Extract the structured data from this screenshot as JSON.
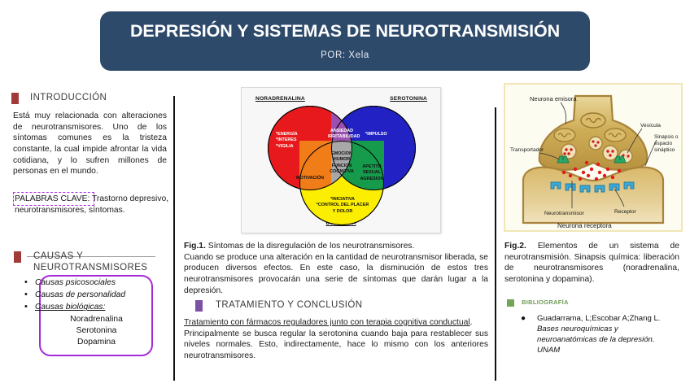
{
  "header": {
    "title": "DEPRESIÓN Y SISTEMAS DE NEUROTRANSMISIÓN",
    "subtitle": "POR: Xela",
    "band_color": "#2e4a6b"
  },
  "left_column": {
    "intro": {
      "heading": "INTRODUCCIÓN",
      "bullet_color": "#a33a3a",
      "body": "Está muy relacionada con alteraciones de neurotransmisores. Uno de los síntomas comunes es la tristeza constante, la cual impide afrontar la vida cotidiana, y lo sufren millones de personas en el mundo."
    },
    "keywords": {
      "boxed_label": "PALABRAS CLAVE:",
      "box_color": "#b02ce0",
      "value": " Trastorno depresivo, neurotransmisores, síntomas."
    },
    "causas": {
      "heading_line1": "CAUSAS Y",
      "heading_line2": "NEUROTRANSMISORES",
      "bullet_color": "#a33a3a",
      "box_color": "#a42ad6",
      "items": [
        "Causas psicosociales",
        "Causas de personalidad",
        "Causas biológicas:"
      ],
      "neurotransmitters": [
        "Noradrenalina",
        "Serotonina",
        "Dopamina"
      ]
    }
  },
  "middle_column": {
    "venn": {
      "labels": {
        "top_left": "NORADRENALINA",
        "top_right": "SEROTONINA",
        "bottom": "DOPAMINA"
      },
      "noradrenalina_only": "*ENERGÍA\n*INTERES\n*VIGILIA",
      "serotonina_only": "*IMPULSO",
      "dopamina_only": "*INICIATIVA\n*CONTROL DEL PLACER\nY DOLOR",
      "nora_sero": "ANSIEDAD\nIRRITABILIDAD",
      "nora_dopa": "MOTIVACIÓN",
      "sero_dopa": "APETITO\nSEXUAL\nAGRESION",
      "center": "EMOCION\nHUMOR\nFUNCION\nCOGNITIVA",
      "colors": {
        "noradrenalina": "#e8191c",
        "serotonina": "#2222c4",
        "dopamina": "#fcee00",
        "nora_sero": "#9b4fb0",
        "nora_dopa": "#f07d18",
        "sero_dopa": "#159b4b",
        "center": "#a8a8a8"
      }
    },
    "fig1": {
      "lead": "Fig.1.",
      "title": " Síntomas de la disregulación de los neurotransmisores.",
      "body": "Cuando se produce una alteración en la cantidad de neurotransmisor liberada, se producen diversos efectos. En este caso, la disminución de estos tres neurotransmisores provocarán una serie de síntomas que darán lugar a la depresión."
    },
    "tratamiento": {
      "heading": "TRATAMIENTO Y CONCLUSIÓN",
      "bullet_color": "#7b52a3",
      "underlined_lead": "Tratamiento con fármacos reguladores junto con terapia cognitiva conductual",
      "body": "Principalmente se busca regular la serotonina cuando baja para restablecer sus niveles normales. Esto, indirectamente, hace lo mismo con los anteriores neurotransmisores."
    }
  },
  "right_column": {
    "neuron_diagram": {
      "labels": {
        "sender": "Neurona emisora",
        "vesicle": "Vesícula",
        "synapse": "Sinapsis o\nespacio\nsináptico",
        "transporter": "Transportador",
        "neurotransmitter": "Neurotransmisor",
        "receptor": "Receptor",
        "receiver": "Neurona receptora"
      },
      "frame_bg": "#fdfcf0",
      "frame_border": "#f2e6b8"
    },
    "fig2": {
      "lead": "Fig.2.",
      "title": " Elementos de un sistema de neurotransmisión. Sinapsis química: liberación de neurotransmisores (noradrenalina, serotonina y dopamina)."
    },
    "bibliografia": {
      "heading": "BIBLIOGRAFÍA",
      "bullet_color": "#74a457",
      "entries": [
        {
          "authors": "Guadarrama, L;Escobar A;Zhang L. ",
          "work": "Bases neuroquímicas y neuroanatómicas de la depresión. UNAM"
        }
      ]
    }
  }
}
